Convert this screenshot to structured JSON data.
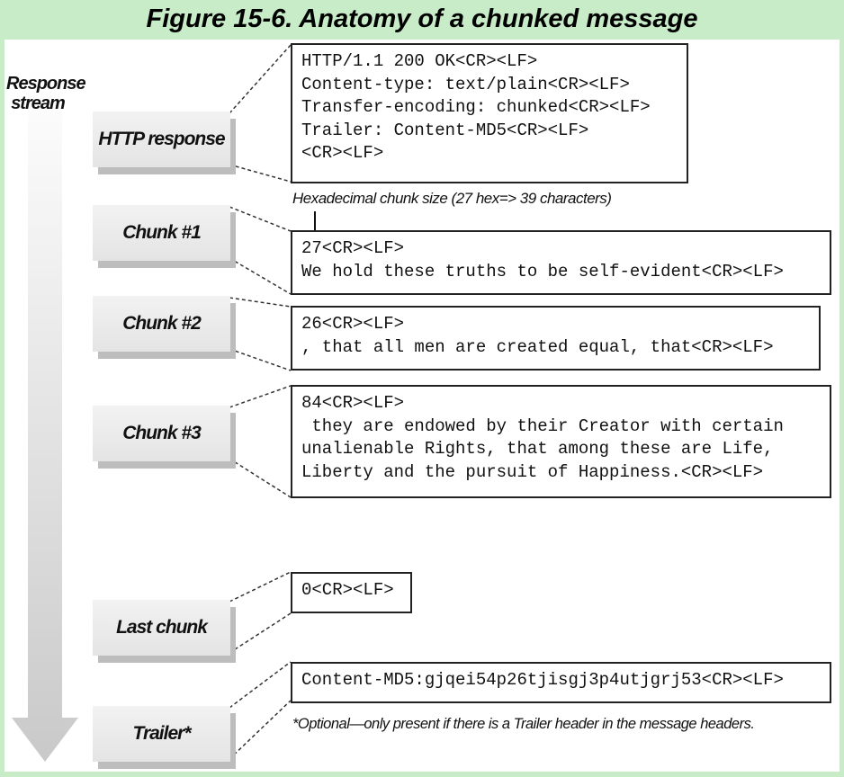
{
  "figure": {
    "title": "Figure 15-6. Anatomy of a chunked message",
    "stream_label_line1": "Response",
    "stream_label_line2": "stream"
  },
  "sections": [
    {
      "label": "HTTP response",
      "lines": [
        "HTTP/1.1 200 OK<CR><LF>",
        "Content-type: text/plain<CR><LF>",
        "Transfer-encoding: chunked<CR><LF>",
        "Trailer: Content-MD5<CR><LF>",
        "<CR><LF>"
      ]
    },
    {
      "label": "Chunk #1",
      "lines": [
        "27<CR><LF>",
        "We hold these truths to be self-evident<CR><LF>"
      ]
    },
    {
      "label": "Chunk #2",
      "lines": [
        "26<CR><LF>",
        ", that all men are created equal, that<CR><LF>"
      ]
    },
    {
      "label": "Chunk #3",
      "lines": [
        "84<CR><LF>",
        " they are endowed by their Creator with certain",
        "unalienable Rights, that among these are Life,",
        "Liberty and the pursuit of Happiness.<CR><LF>"
      ]
    },
    {
      "label": "Last chunk",
      "lines": [
        "0<CR><LF>"
      ]
    },
    {
      "label": "Trailer*",
      "lines": [
        "Content-MD5:gjqei54p26tjisgj3p4utjgrj53<CR><LF>"
      ]
    }
  ],
  "annotations": {
    "chunk_size_note": "Hexadecimal chunk size (27 hex=> 39 characters)",
    "trailer_note": "*Optional—only present if there is a Trailer header in the message headers."
  }
}
